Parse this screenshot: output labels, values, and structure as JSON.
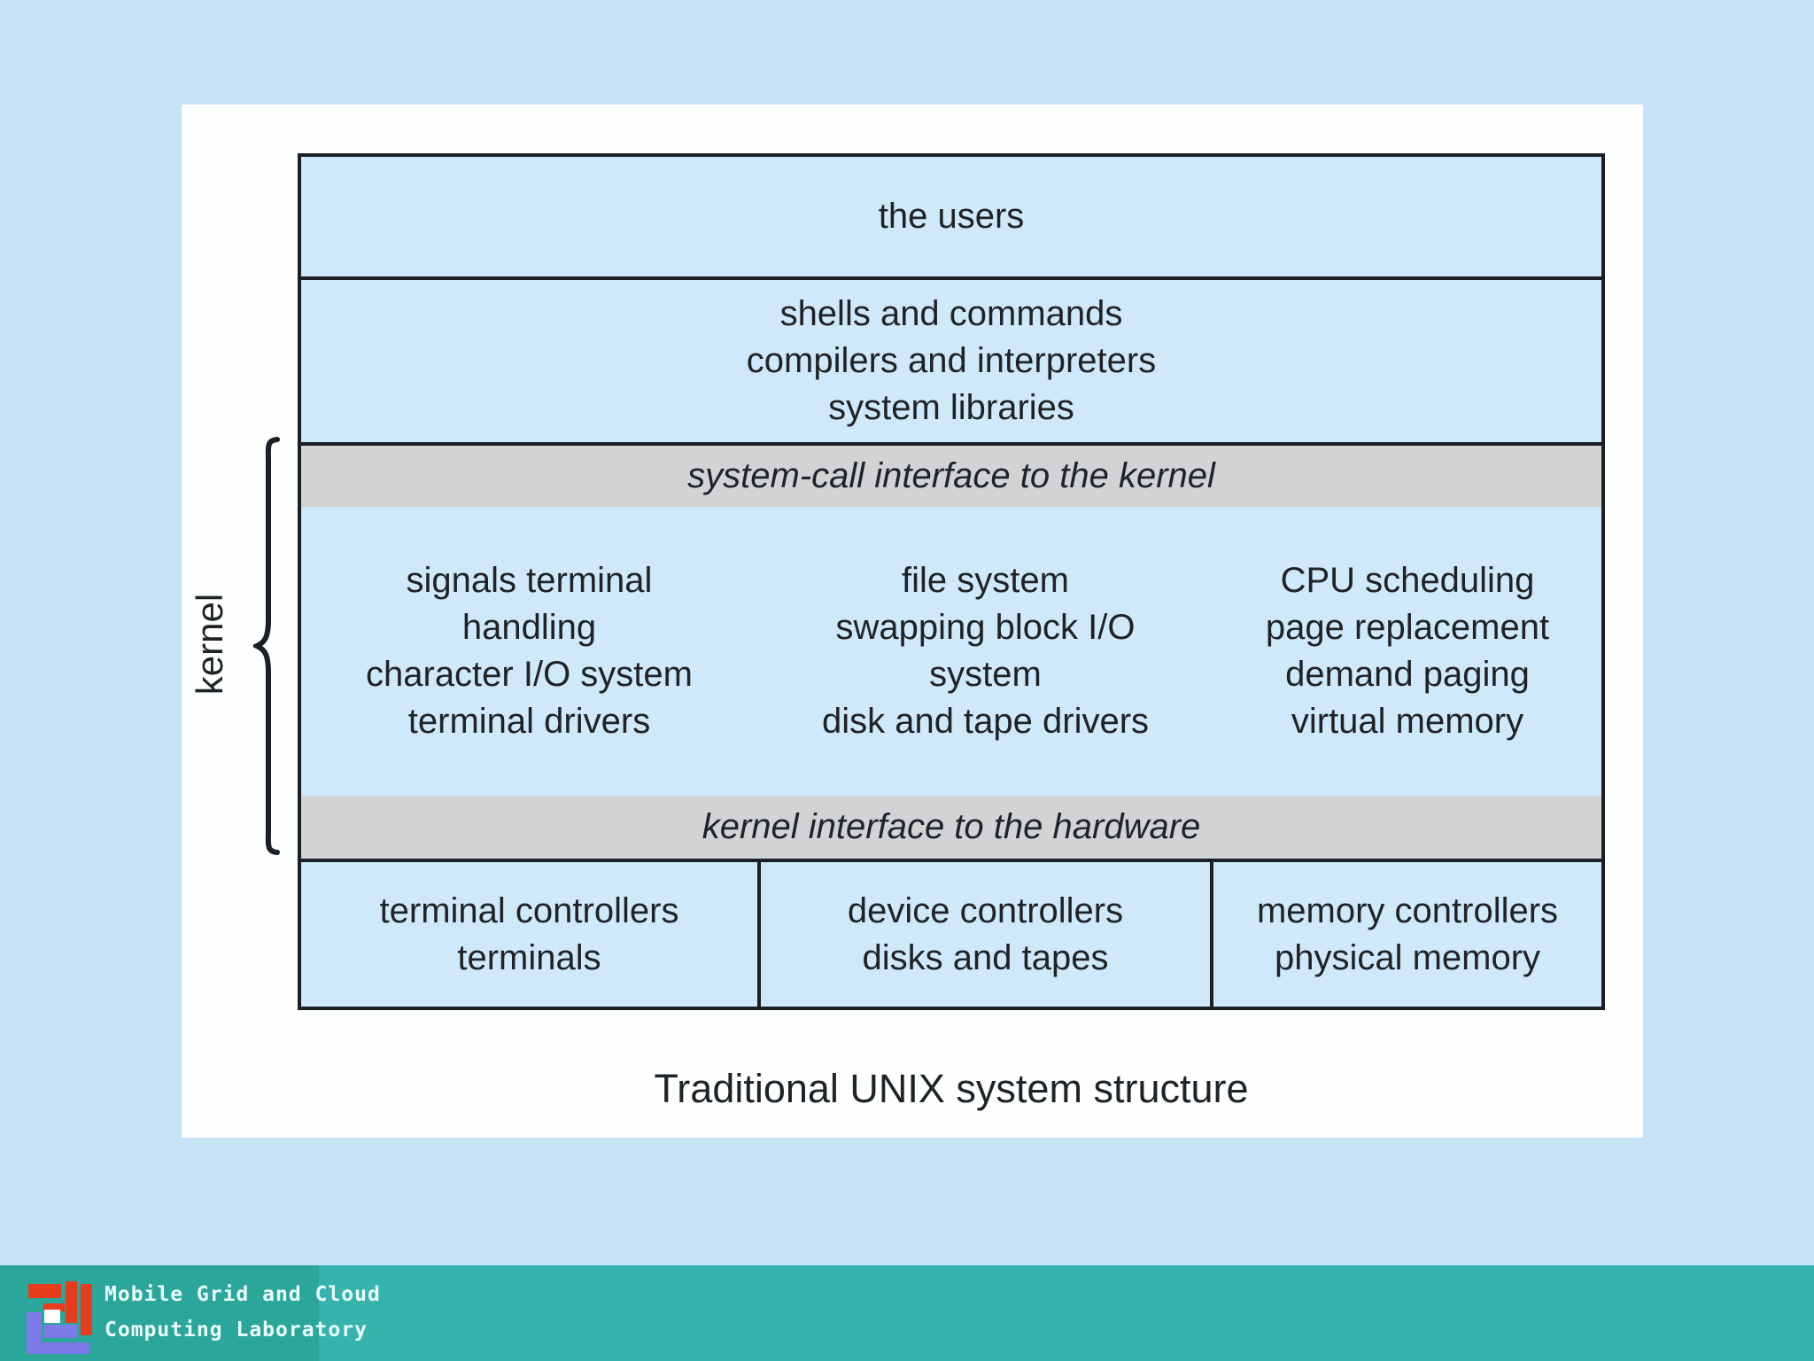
{
  "diagram": {
    "users_row": "the users",
    "shells_row": [
      "shells and commands",
      "compilers and interpreters",
      "system libraries"
    ],
    "syscall_band": "system-call interface to the kernel",
    "kernel_columns": [
      {
        "lines": [
          "signals terminal",
          "handling",
          "character I/O system",
          "terminal drivers"
        ]
      },
      {
        "lines": [
          "file system",
          "swapping block I/O",
          "system",
          "disk and tape drivers"
        ]
      },
      {
        "lines": [
          "CPU scheduling",
          "page replacement",
          "demand paging",
          "virtual memory"
        ]
      }
    ],
    "hw_band": "kernel interface to the hardware",
    "hardware_columns": [
      {
        "lines": [
          "terminal controllers",
          "terminals"
        ]
      },
      {
        "lines": [
          "device controllers",
          "disks and tapes"
        ]
      },
      {
        "lines": [
          "memory controllers",
          "physical memory"
        ]
      }
    ],
    "kernel_label": "kernel",
    "caption": "Traditional UNIX system structure"
  },
  "footer": {
    "lab_name_line1": "Mobile Grid and Cloud",
    "lab_name_line2": "Computing Laboratory"
  },
  "colors": {
    "page_background": "#c8e2f6",
    "panel_background": "#fdfefe",
    "cell_blue": "#cfe9fa",
    "band_gray": "#d2d3d4",
    "border_dark": "#1c1f26",
    "footer_teal": "#37b3ae",
    "footer_teal_dark": "#2ba69a",
    "logo_red": "#e63c1c",
    "logo_purple": "#7e79e8",
    "text_dark": "#1f2227"
  }
}
